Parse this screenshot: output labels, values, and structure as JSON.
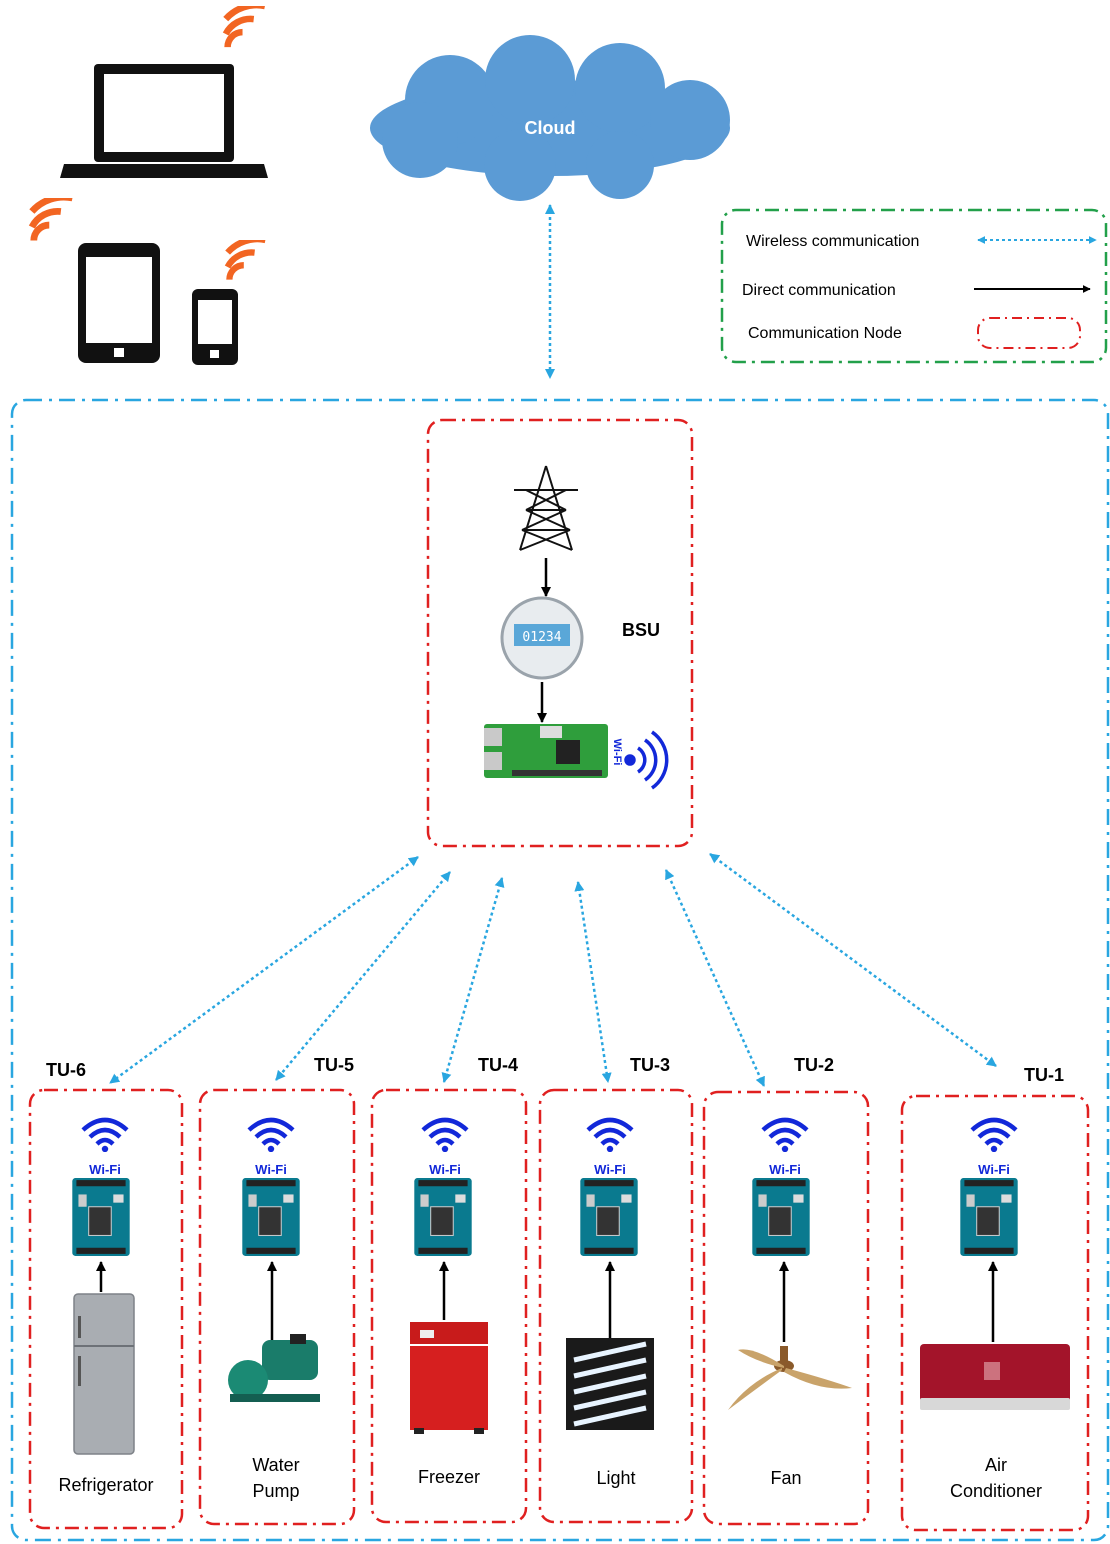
{
  "cloud": {
    "label": "Cloud"
  },
  "legend": {
    "wireless": "Wireless communication",
    "direct": "Direct communication",
    "node": "Communication Node"
  },
  "bsu": {
    "label": "BSU",
    "wifi_text": "Wi-Fi"
  },
  "units": [
    {
      "id": "TU-6",
      "wifi": "Wi-Fi",
      "appliance_lines": [
        "Refrigerator"
      ]
    },
    {
      "id": "TU-5",
      "wifi": "Wi-Fi",
      "appliance_lines": [
        "Water",
        "Pump"
      ]
    },
    {
      "id": "TU-4",
      "wifi": "Wi-Fi",
      "appliance_lines": [
        "Freezer"
      ]
    },
    {
      "id": "TU-3",
      "wifi": "Wi-Fi",
      "appliance_lines": [
        "Light"
      ]
    },
    {
      "id": "TU-2",
      "wifi": "Wi-Fi",
      "appliance_lines": [
        "Fan"
      ]
    },
    {
      "id": "TU-1",
      "wifi": "Wi-Fi",
      "appliance_lines": [
        "Air",
        "Conditioner"
      ]
    }
  ],
  "colors": {
    "wireless": "#29a6e0",
    "node_border": "#e02020",
    "legend_border": "#22a04a",
    "system_border": "#29a6e0",
    "cloud_fill": "#5b9bd5",
    "signal": "#f26522",
    "wifi_blue": "#1228d9"
  }
}
